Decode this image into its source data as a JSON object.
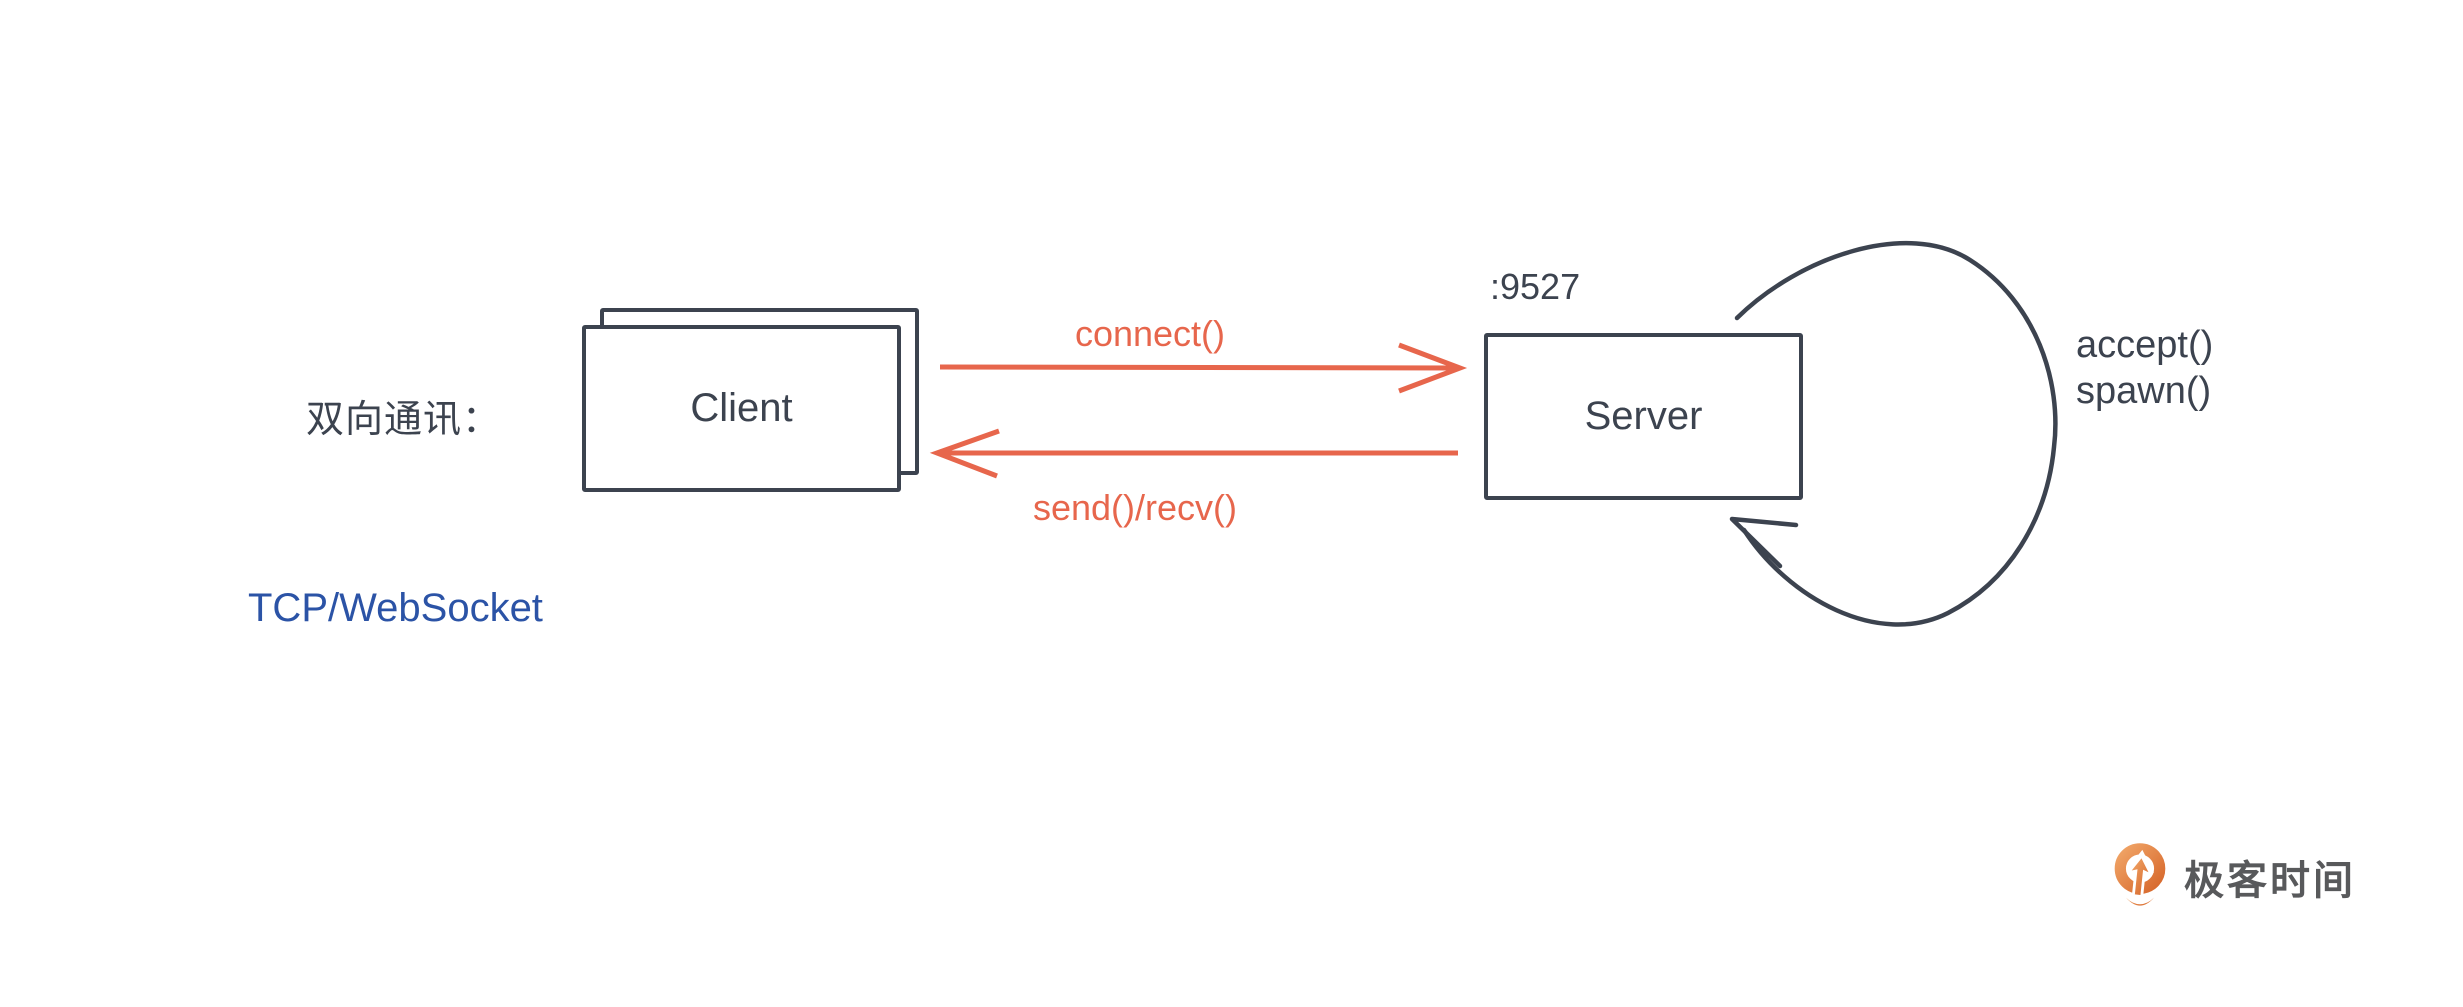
{
  "diagram": {
    "side_label": "双向通讯：",
    "protocol_label": "TCP/WebSocket",
    "client": {
      "label": "Client"
    },
    "server": {
      "label": "Server",
      "port": ":9527"
    },
    "arrows": {
      "connect_label": "connect()",
      "send_recv_label": "send()/recv()",
      "accept_label": "accept()",
      "spawn_label": "spawn()"
    },
    "colors": {
      "stroke_dark": "#3C434F",
      "arrow_orange": "#E7664C",
      "protocol_blue": "#2B53A6"
    }
  },
  "branding": {
    "logo_text": "极客时间",
    "logo_orange": "#DD7A33",
    "logo_text_color": "#58595B"
  }
}
